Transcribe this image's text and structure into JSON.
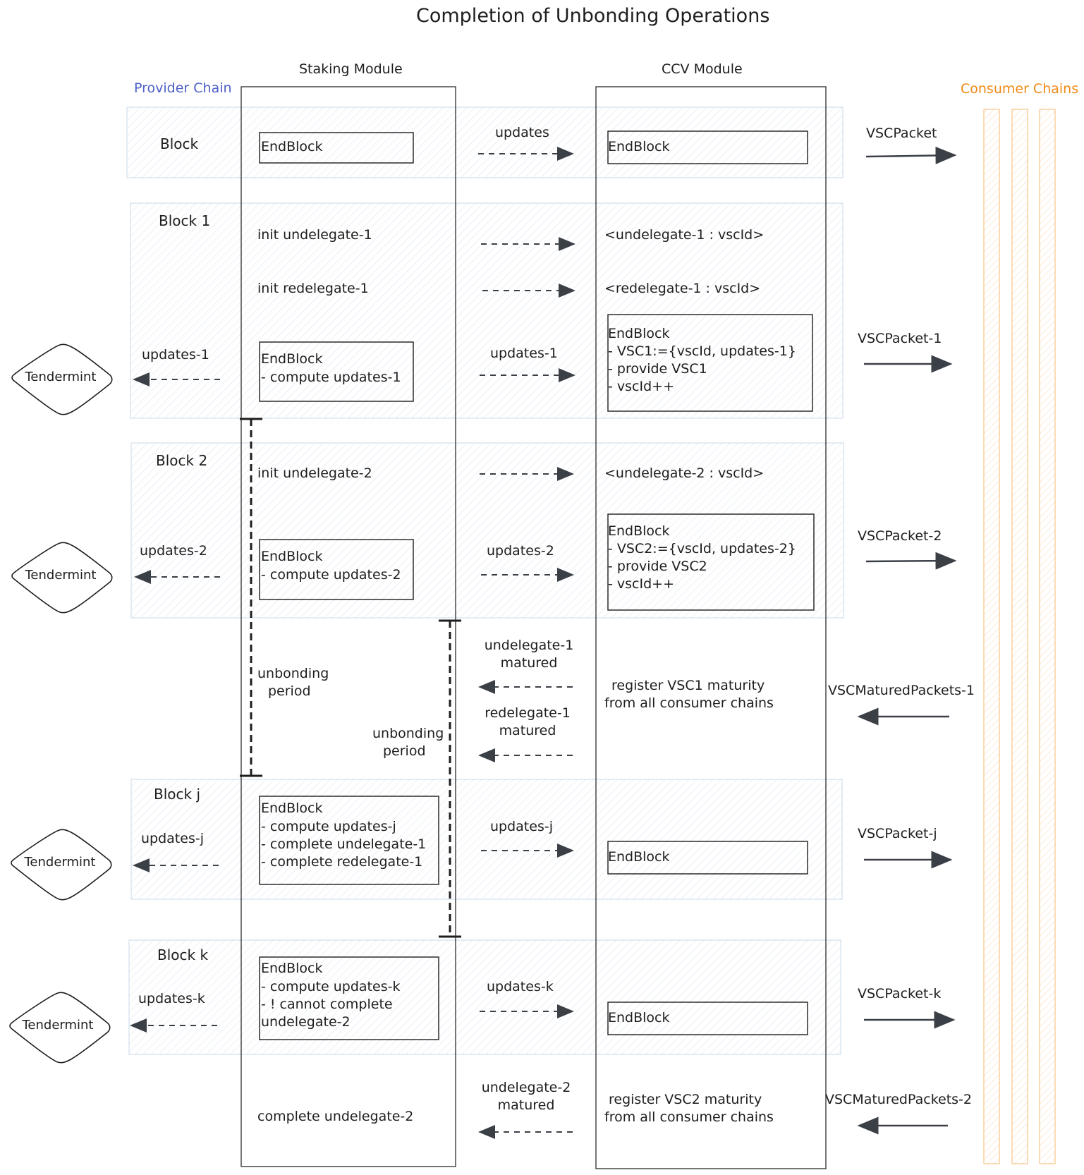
{
  "title": "Completion of Unbonding Operations",
  "headers": {
    "staking": "Staking Module",
    "ccv": "CCV Module",
    "provider": "Provider Chain",
    "consumer": "Consumer Chains"
  },
  "tendermint": "Tendermint",
  "blocks": {
    "b0": "Block",
    "b1": "Block 1",
    "b2": "Block 2",
    "bj": "Block j",
    "bk": "Block k"
  },
  "staking": {
    "endblock0": "EndBlock",
    "init_undel1": "init undelegate-1",
    "init_redel1": "init redelegate-1",
    "eb1_l1": "EndBlock",
    "eb1_l2": "- compute updates-1",
    "init_undel2": "init undelegate-2",
    "eb2_l1": "EndBlock",
    "eb2_l2": "- compute updates-2",
    "unbonding1_l1": "unbonding",
    "unbonding1_l2": "period",
    "unbonding2_l1": "unbonding",
    "unbonding2_l2": "period",
    "ebj_l1": "EndBlock",
    "ebj_l2": "- compute updates-j",
    "ebj_l3": "- complete undelegate-1",
    "ebj_l4": "- complete redelegate-1",
    "ebk_l1": "EndBlock",
    "ebk_l2": "- compute updates-k",
    "ebk_l3": "- ! cannot complete",
    "ebk_l4": "undelegate-2",
    "complete_undel2": "complete undelegate-2"
  },
  "mid": {
    "updates": "updates",
    "updates1": "updates-1",
    "updates2": "updates-2",
    "undel1_matured_l1": "undelegate-1",
    "undel1_matured_l2": "matured",
    "redel1_matured_l1": "redelegate-1",
    "redel1_matured_l2": "matured",
    "updatesj": "updates-j",
    "updatesk": "updates-k",
    "undel2_matured_l1": "undelegate-2",
    "undel2_matured_l2": "matured"
  },
  "left": {
    "updates1": "updates-1",
    "updates2": "updates-2",
    "updatesj": "updates-j",
    "updatesk": "updates-k"
  },
  "ccv": {
    "endblock0": "EndBlock",
    "undel1": "<undelegate-1 : vscId>",
    "redel1": "<redelegate-1 : vscId>",
    "eb1_l1": "EndBlock",
    "eb1_l2": "- VSC1:={vscId, updates-1}",
    "eb1_l3": "- provide VSC1",
    "eb1_l4": "- vscId++",
    "undel2": "<undelegate-2 : vscId>",
    "eb2_l1": "EndBlock",
    "eb2_l2": "- VSC2:={vscId, updates-2}",
    "eb2_l3": "- provide VSC2",
    "eb2_l4": "- vscId++",
    "reg1_l1": "register VSC1 maturity",
    "reg1_l2": "from all consumer chains",
    "ebj": "EndBlock",
    "ebk": "EndBlock",
    "reg2_l1": "register VSC2 maturity",
    "reg2_l2": "from all consumer chains"
  },
  "right": {
    "vscpacket": "VSCPacket",
    "vscpacket1": "VSCPacket-1",
    "vscpacket2": "VSCPacket-2",
    "matured1": "VSCMaturedPackets-1",
    "vscpacketj": "VSCPacket-j",
    "vscpacketk": "VSCPacket-k",
    "matured2": "VSCMaturedPackets-2"
  },
  "colors": {
    "block_fill": "#eef3f9",
    "block_stroke": "#c8d8ea",
    "consumer_stroke": "#f8c48a",
    "provider_text": "#4c5fc7",
    "consumer_text": "#ef8a17"
  }
}
